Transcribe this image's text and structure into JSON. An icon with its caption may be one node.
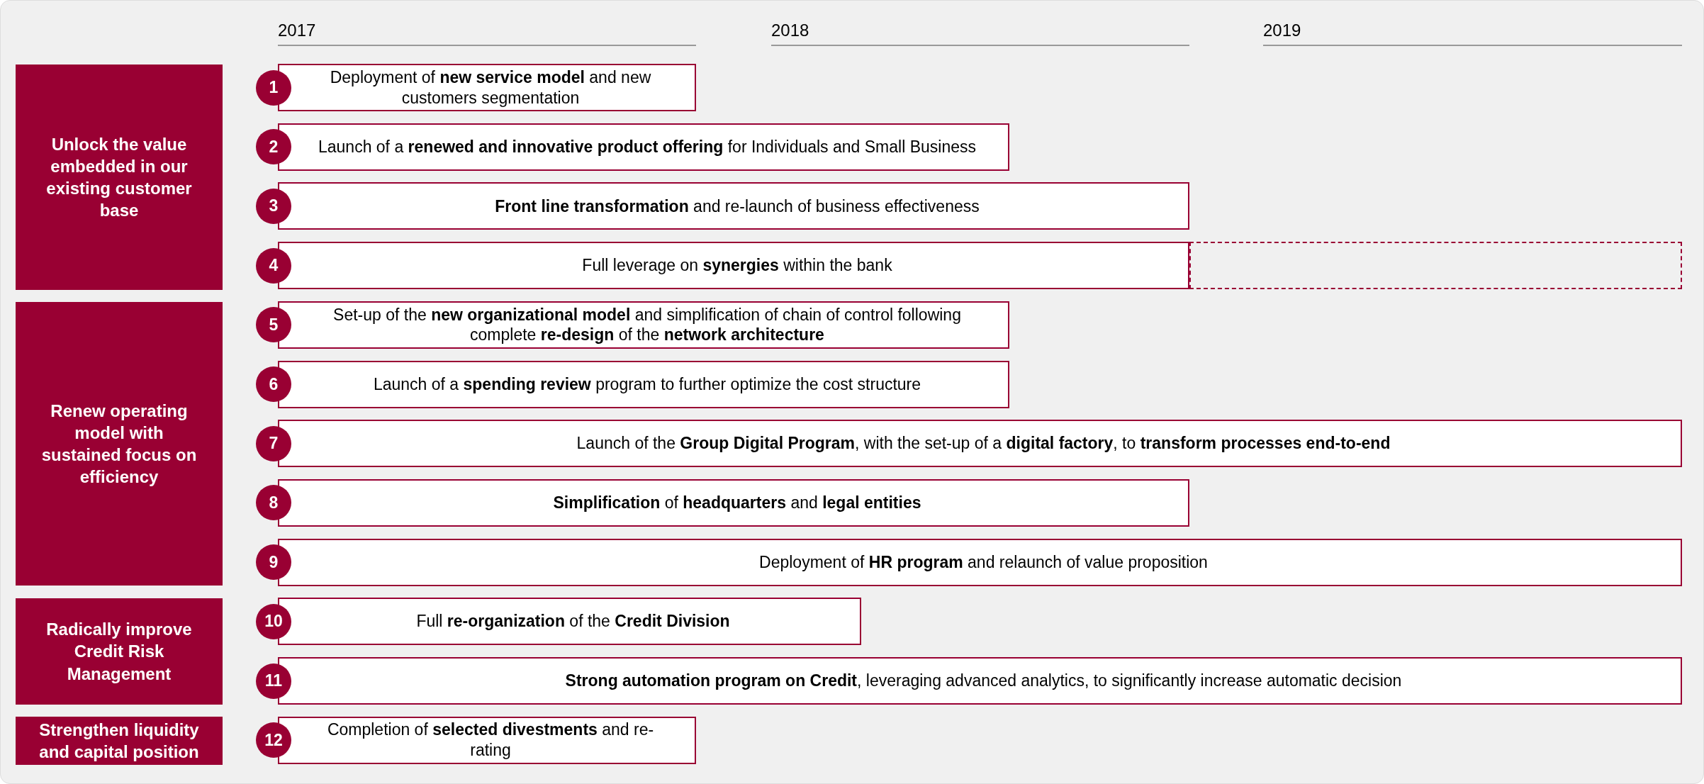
{
  "diagram": {
    "nodes": [
      {
        "text": [
          "Unlock the value embedded in our existing customer base"
        ]
      },
      {
        "text": [
          "1"
        ]
      },
      {
        "text": [
          "Deployment of **new service model** and new customers segmentation"
        ]
      },
      {
        "text": [
          "2"
        ]
      },
      {
        "text": [
          "Launch of a **renewed and innovative product offering** for Individuals and Small Business"
        ]
      },
      {
        "text": [
          "3"
        ]
      },
      {
        "text": [
          "**Front line transformation** and re-launch of business effectiveness"
        ]
      },
      {
        "text": [
          "4"
        ]
      },
      {
        "text": [
          "Full leverage on **synergies** within the bank"
        ]
      },
      {
        "text": [],
        "shape": "box"
      },
      {
        "text": [
          "Renew operating model with sustained focus on efficiency"
        ]
      },
      {
        "text": [
          "5"
        ]
      },
      {
        "text": [
          "Set-up of the **new organizational model** and simplification of chain of control following complete **re-design** of the **network architecture**"
        ]
      },
      {
        "text": [
          "6"
        ]
      },
      {
        "text": [
          "Launch of a **spending review** program to further optimize the cost structure"
        ]
      },
      {
        "text": [
          "7"
        ]
      },
      {
        "text": [
          "Launch of the **Group Digital Program**, with the set-up of a **digital factory**, to **transform processes end-to-end**"
        ]
      },
      {
        "text": [
          "8"
        ]
      },
      {
        "text": [
          "**Simplification** of **headquarters** and **legal entities**"
        ]
      },
      {
        "text": [
          "9"
        ]
      },
      {
        "text": [
          "Deployment of **HR program** and relaunch of value proposition"
        ]
      },
      {
        "text": [
          "Radically improve Credit Risk Management"
        ]
      },
      {
        "text": [
          "10"
        ]
      },
      {
        "text": [
          "Full **re-organization** of the **Credit Division**"
        ]
      },
      {
        "text": [
          "11"
        ]
      },
      {
        "text": [
          "**Strong automation program on Credit**, leveraging advanced analytics, to significantly increase automatic decision"
        ]
      },
      {
        "text": [
          "Strengthen liquidity and capital position"
        ]
      },
      {
        "text": [
          "12"
        ]
      },
      {
        "text": [
          "Completion of **selected divestments** and re-rating"
        ]
      }
    ],
    "labels": [
      "2017",
      "2018",
      "2019"
    ]
  }
}
